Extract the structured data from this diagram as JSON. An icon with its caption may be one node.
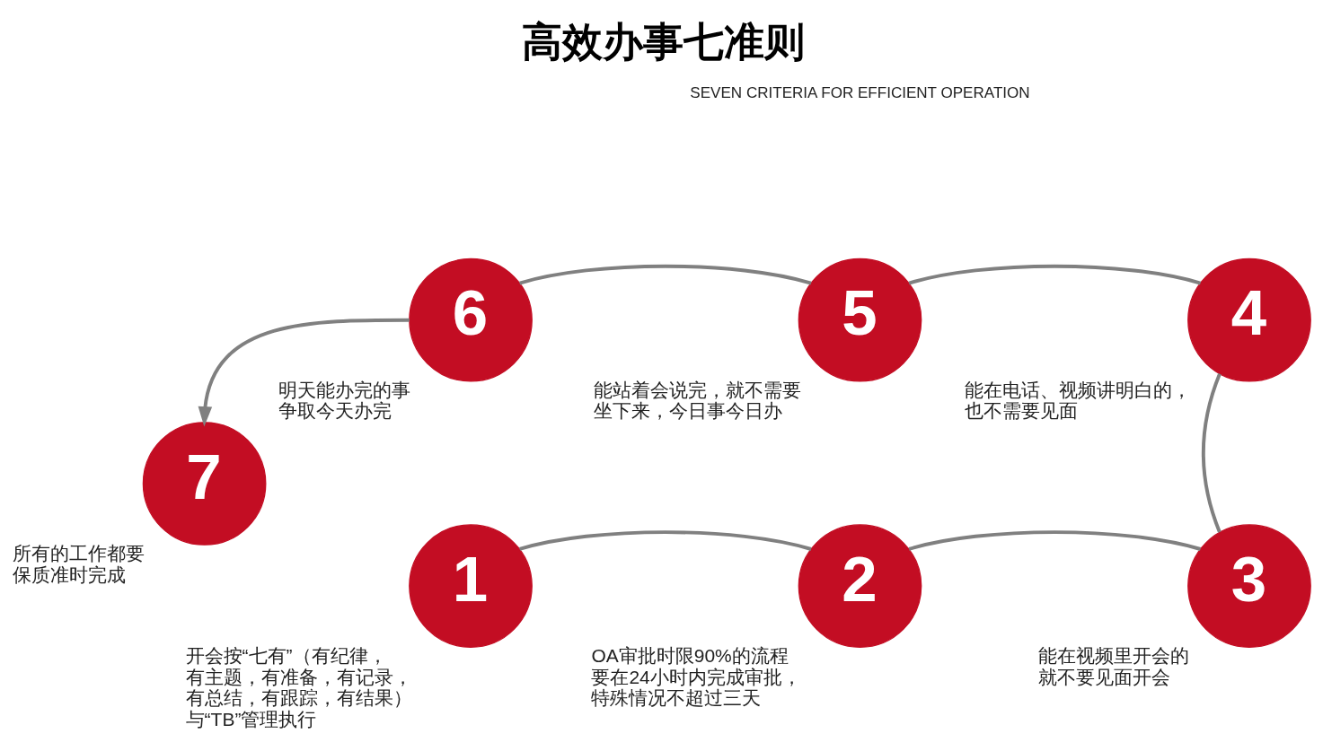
{
  "diagram": {
    "title": "高效办事七准则",
    "nodes": [
      {
        "text": [
          "1"
        ],
        "beside": [
          "开会按“七有”（有纪律，有主题，有准备，有记录，有总结，有跟踪，有结果）与“TB”管理执行"
        ]
      },
      {
        "text": [
          "2"
        ],
        "beside": [
          "OA审批时限90%的流程要在24小时内完成审批，特殊情况不超过三天"
        ]
      },
      {
        "text": [
          "3"
        ],
        "beside": [
          "能在视频里开会的就不要见面开会"
        ]
      },
      {
        "text": [
          "4"
        ],
        "beside": [
          "能在电话、视频讲明白的，也不需要见面"
        ]
      },
      {
        "text": [
          "5"
        ],
        "beside": [
          "能站着会说完，就不需要坐下来，今日事今日办"
        ]
      },
      {
        "text": [
          "6"
        ],
        "beside": [
          "明天能办完的事争取今天办完"
        ]
      },
      {
        "text": [
          "7"
        ],
        "beside": [
          "所有的工作都要保质准时完成"
        ]
      }
    ],
    "edges": [
      {
        "from": 0,
        "to": 1,
        "arrow": "none"
      },
      {
        "from": 1,
        "to": 2,
        "arrow": "none"
      },
      {
        "from": 2,
        "to": 3,
        "arrow": "none"
      },
      {
        "from": 3,
        "to": 4,
        "arrow": "none"
      },
      {
        "from": 4,
        "to": 5,
        "arrow": "none"
      },
      {
        "from": 5,
        "to": 6,
        "arrow": "to"
      }
    ],
    "labels": [
      "SEVEN CRITERIA FOR EFFICIENT OPERATION"
    ]
  }
}
